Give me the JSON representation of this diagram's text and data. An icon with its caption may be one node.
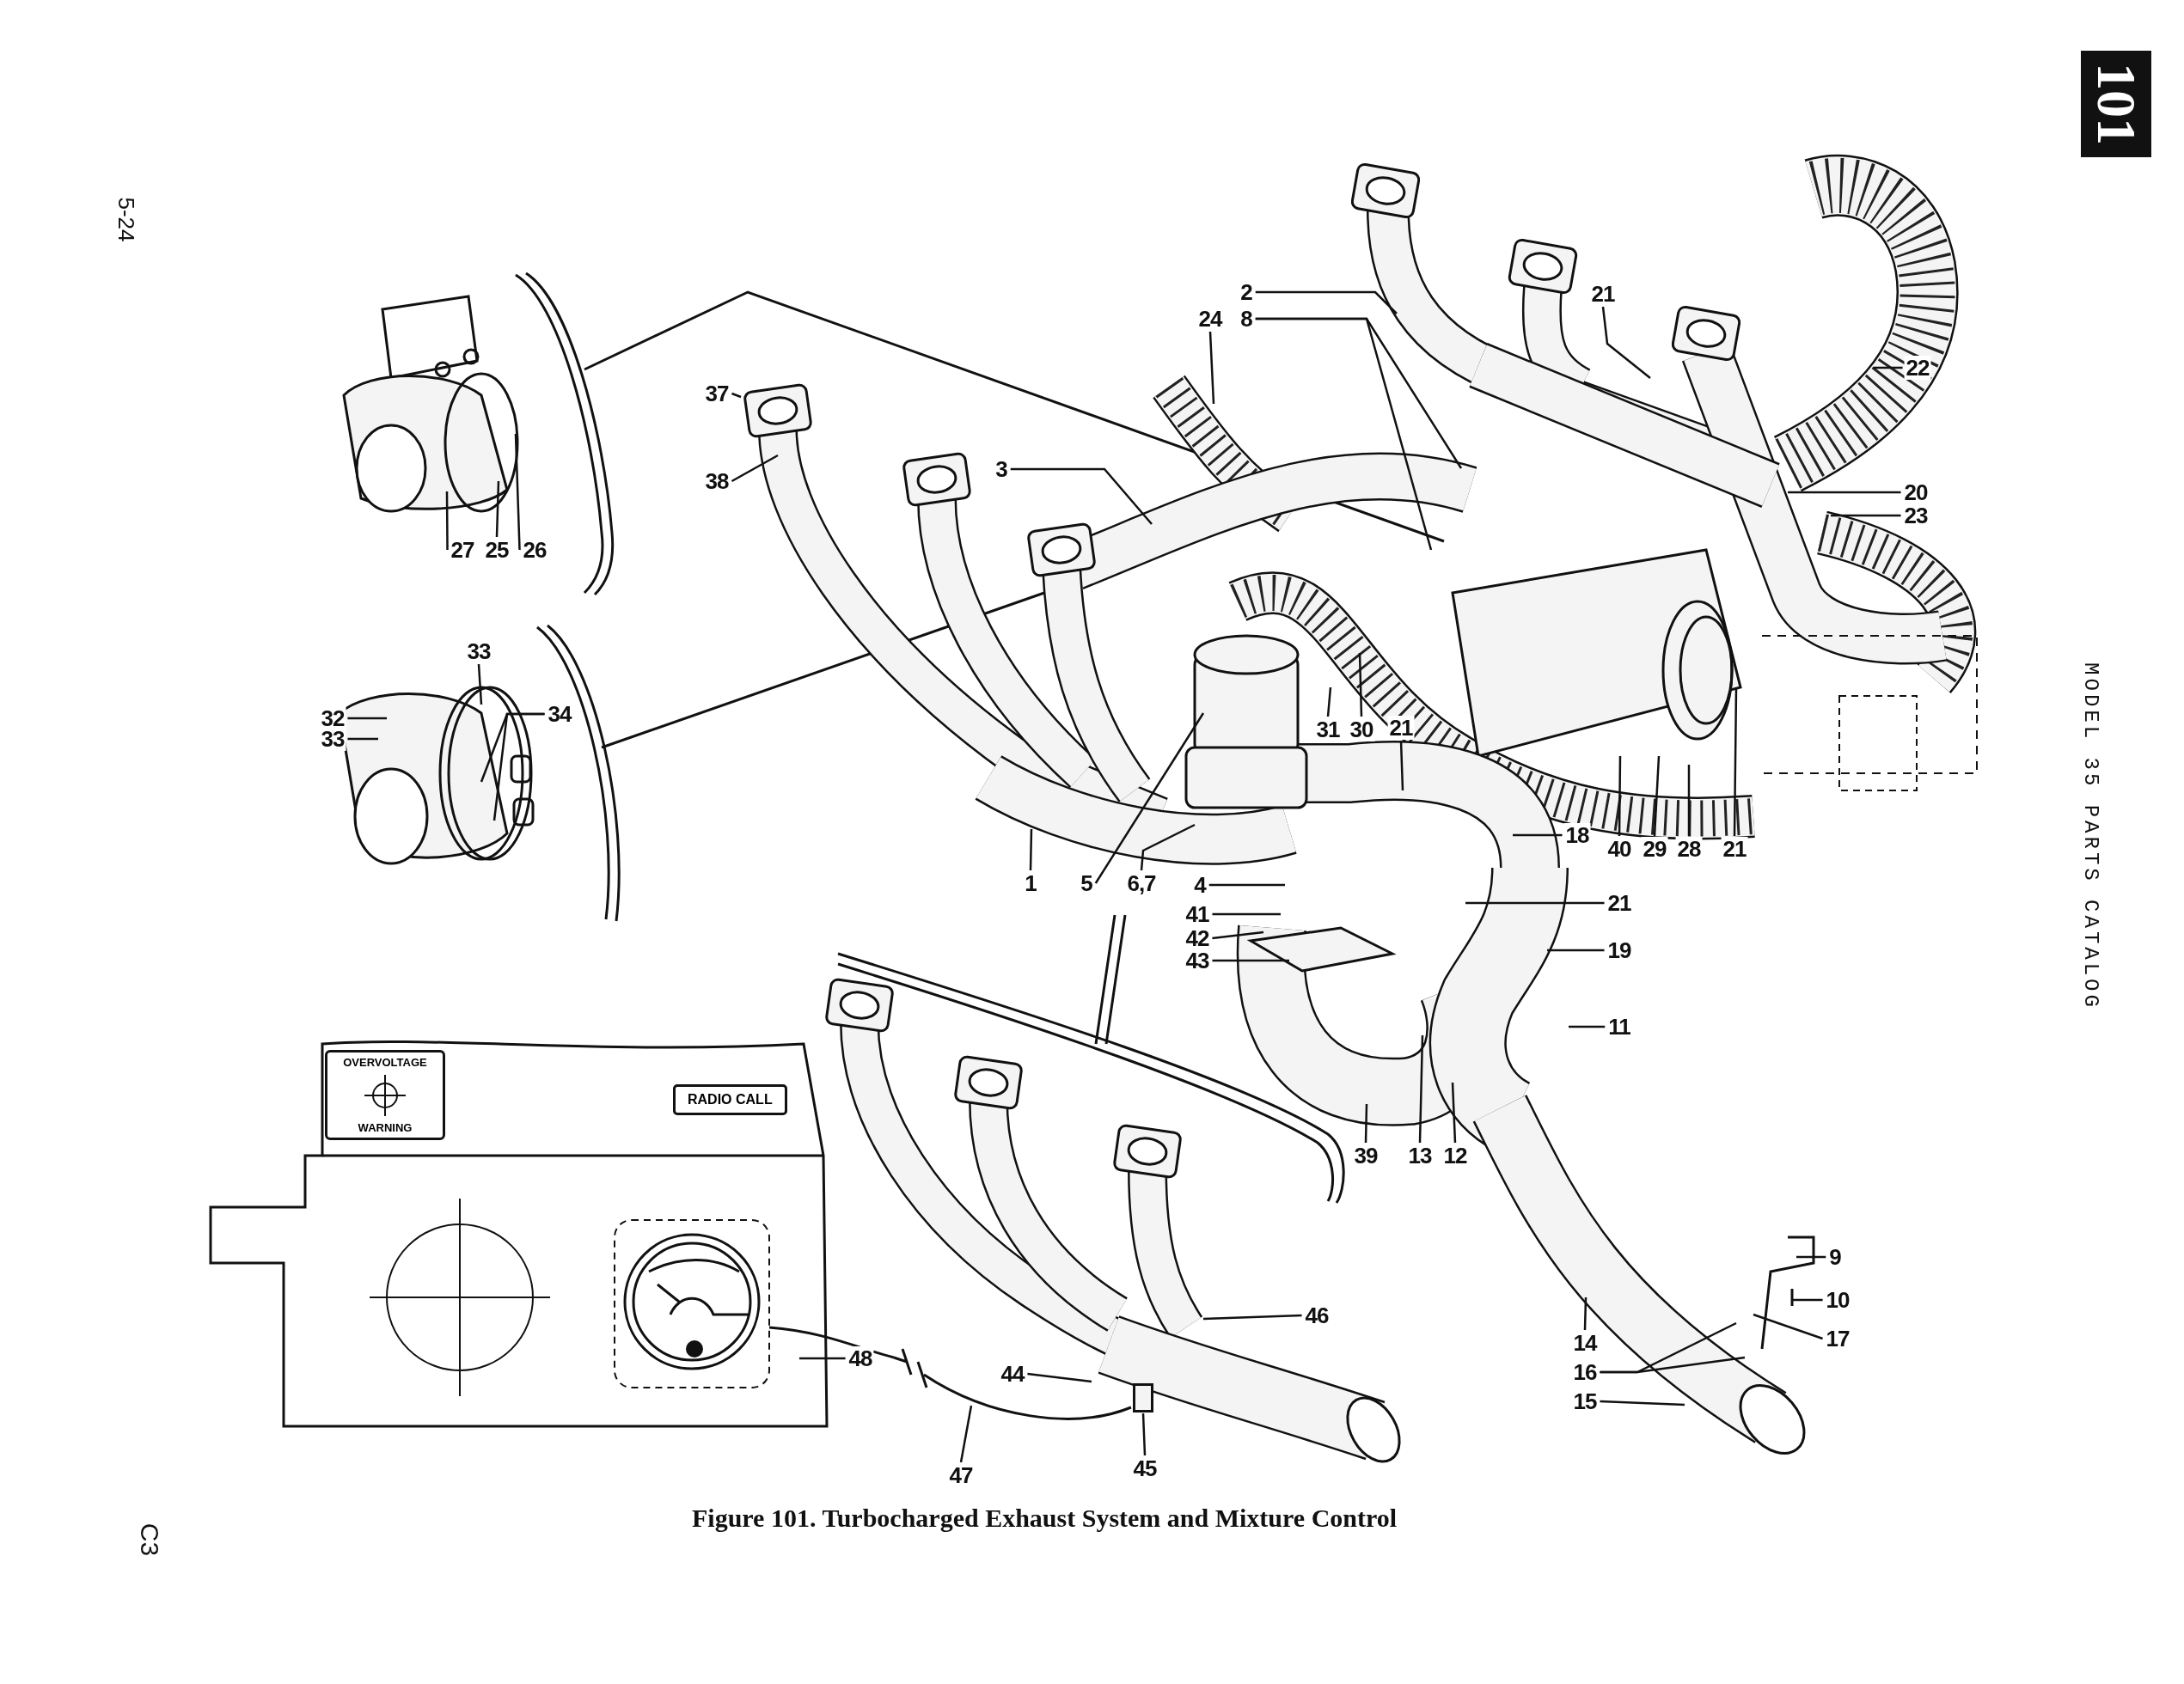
{
  "diagram": {
    "caption": "Figure 101. Turbocharged Exhaust System and Mixture Control",
    "nodes": [
      {
        "text": [
          "2"
        ]
      },
      {
        "text": [
          "8"
        ]
      },
      {
        "text": [
          "24"
        ]
      },
      {
        "text": [
          "21"
        ]
      },
      {
        "text": [
          "22"
        ]
      },
      {
        "text": [
          "37"
        ]
      },
      {
        "text": [
          "38"
        ]
      },
      {
        "text": [
          "3"
        ]
      },
      {
        "text": [
          "20"
        ]
      },
      {
        "text": [
          "23"
        ]
      },
      {
        "text": [
          "27"
        ]
      },
      {
        "text": [
          "25"
        ]
      },
      {
        "text": [
          "26"
        ]
      },
      {
        "text": [
          "33"
        ]
      },
      {
        "text": [
          "32"
        ]
      },
      {
        "text": [
          "33"
        ]
      },
      {
        "text": [
          "34"
        ]
      },
      {
        "text": [
          "31"
        ]
      },
      {
        "text": [
          "30"
        ]
      },
      {
        "text": [
          "21"
        ]
      },
      {
        "text": [
          "40"
        ]
      },
      {
        "text": [
          "29"
        ]
      },
      {
        "text": [
          "28"
        ]
      },
      {
        "text": [
          "21"
        ]
      },
      {
        "text": [
          "18"
        ]
      },
      {
        "text": [
          "1"
        ]
      },
      {
        "text": [
          "5"
        ]
      },
      {
        "text": [
          "6,7"
        ]
      },
      {
        "text": [
          "4"
        ]
      },
      {
        "text": [
          "41"
        ]
      },
      {
        "text": [
          "42"
        ]
      },
      {
        "text": [
          "43"
        ]
      },
      {
        "text": [
          "21"
        ]
      },
      {
        "text": [
          "19"
        ]
      },
      {
        "text": [
          "11"
        ]
      },
      {
        "text": [
          "39"
        ]
      },
      {
        "text": [
          "13"
        ]
      },
      {
        "text": [
          "12"
        ]
      },
      {
        "text": [
          "9"
        ]
      },
      {
        "text": [
          "10"
        ]
      },
      {
        "text": [
          "17"
        ]
      },
      {
        "text": [
          "14"
        ]
      },
      {
        "text": [
          "16"
        ]
      },
      {
        "text": [
          "15"
        ]
      },
      {
        "text": [
          "46"
        ]
      },
      {
        "text": [
          "48"
        ]
      },
      {
        "text": [
          "44"
        ]
      },
      {
        "text": [
          "47"
        ]
      },
      {
        "text": [
          "45"
        ]
      },
      {
        "text": [
          "OVERVOLTAGE",
          "WARNING"
        ]
      },
      {
        "text": [
          "RADIO CALL"
        ]
      },
      {
        "text": [],
        "shape": "box"
      }
    ],
    "edges": [
      {
        "from": 0,
        "to": null,
        "arrow": "none"
      },
      {
        "from": 1,
        "to": null,
        "arrow": "none"
      },
      {
        "from": 1,
        "to": null,
        "arrow": "none"
      },
      {
        "from": 2,
        "to": null,
        "arrow": "none"
      },
      {
        "from": 3,
        "to": null,
        "arrow": "none"
      },
      {
        "from": 4,
        "to": null,
        "arrow": "none"
      },
      {
        "from": 5,
        "to": null,
        "arrow": "none"
      },
      {
        "from": 6,
        "to": null,
        "arrow": "none"
      },
      {
        "from": 7,
        "to": null,
        "arrow": "none"
      },
      {
        "from": 8,
        "to": null,
        "arrow": "none"
      },
      {
        "from": 9,
        "to": null,
        "arrow": "none"
      },
      {
        "from": 10,
        "to": null,
        "arrow": "none"
      },
      {
        "from": 11,
        "to": null,
        "arrow": "none"
      },
      {
        "from": 12,
        "to": null,
        "arrow": "none"
      },
      {
        "from": 13,
        "to": null,
        "arrow": "none"
      },
      {
        "from": 14,
        "to": null,
        "arrow": "none"
      },
      {
        "from": 15,
        "to": null,
        "arrow": "none"
      },
      {
        "from": 16,
        "to": null,
        "arrow": "none"
      },
      {
        "from": 16,
        "to": null,
        "arrow": "none"
      },
      {
        "from": 17,
        "to": null,
        "arrow": "none"
      },
      {
        "from": 18,
        "to": null,
        "arrow": "none"
      },
      {
        "from": 19,
        "to": null,
        "arrow": "none"
      },
      {
        "from": 20,
        "to": null,
        "arrow": "none"
      },
      {
        "from": 21,
        "to": null,
        "arrow": "none"
      },
      {
        "from": 22,
        "to": null,
        "arrow": "none"
      },
      {
        "from": 23,
        "to": null,
        "arrow": "none"
      },
      {
        "from": 24,
        "to": null,
        "arrow": "none"
      },
      {
        "from": 25,
        "to": null,
        "arrow": "none"
      },
      {
        "from": 26,
        "to": null,
        "arrow": "none"
      },
      {
        "from": 27,
        "to": null,
        "arrow": "none"
      },
      {
        "from": 28,
        "to": null,
        "arrow": "none"
      },
      {
        "from": 29,
        "to": null,
        "arrow": "none"
      },
      {
        "from": 30,
        "to": null,
        "arrow": "none"
      },
      {
        "from": 31,
        "to": null,
        "arrow": "none"
      },
      {
        "from": 32,
        "to": null,
        "arrow": "none"
      },
      {
        "from": 33,
        "to": null,
        "arrow": "none"
      },
      {
        "from": 34,
        "to": null,
        "arrow": "none"
      },
      {
        "from": 35,
        "to": null,
        "arrow": "none"
      },
      {
        "from": 36,
        "to": null,
        "arrow": "none"
      },
      {
        "from": 37,
        "to": null,
        "arrow": "none"
      },
      {
        "from": 38,
        "to": null,
        "arrow": "none"
      },
      {
        "from": 39,
        "to": null,
        "arrow": "none"
      },
      {
        "from": 40,
        "to": null,
        "arrow": "none"
      },
      {
        "from": 41,
        "to": null,
        "arrow": "none"
      },
      {
        "from": 42,
        "to": null,
        "arrow": "none"
      },
      {
        "from": 42,
        "to": null,
        "arrow": "none"
      },
      {
        "from": 43,
        "to": null,
        "arrow": "none"
      },
      {
        "from": 44,
        "to": null,
        "arrow": "none"
      },
      {
        "from": 45,
        "to": null,
        "arrow": "none"
      },
      {
        "from": 46,
        "to": null,
        "arrow": "none"
      },
      {
        "from": 47,
        "to": null,
        "arrow": "none"
      },
      {
        "from": 48,
        "to": 51,
        "arrow": "none"
      }
    ],
    "labels": [
      "101",
      "5-24",
      "MODEL 35 PARTS CATALOG",
      "C3"
    ]
  }
}
